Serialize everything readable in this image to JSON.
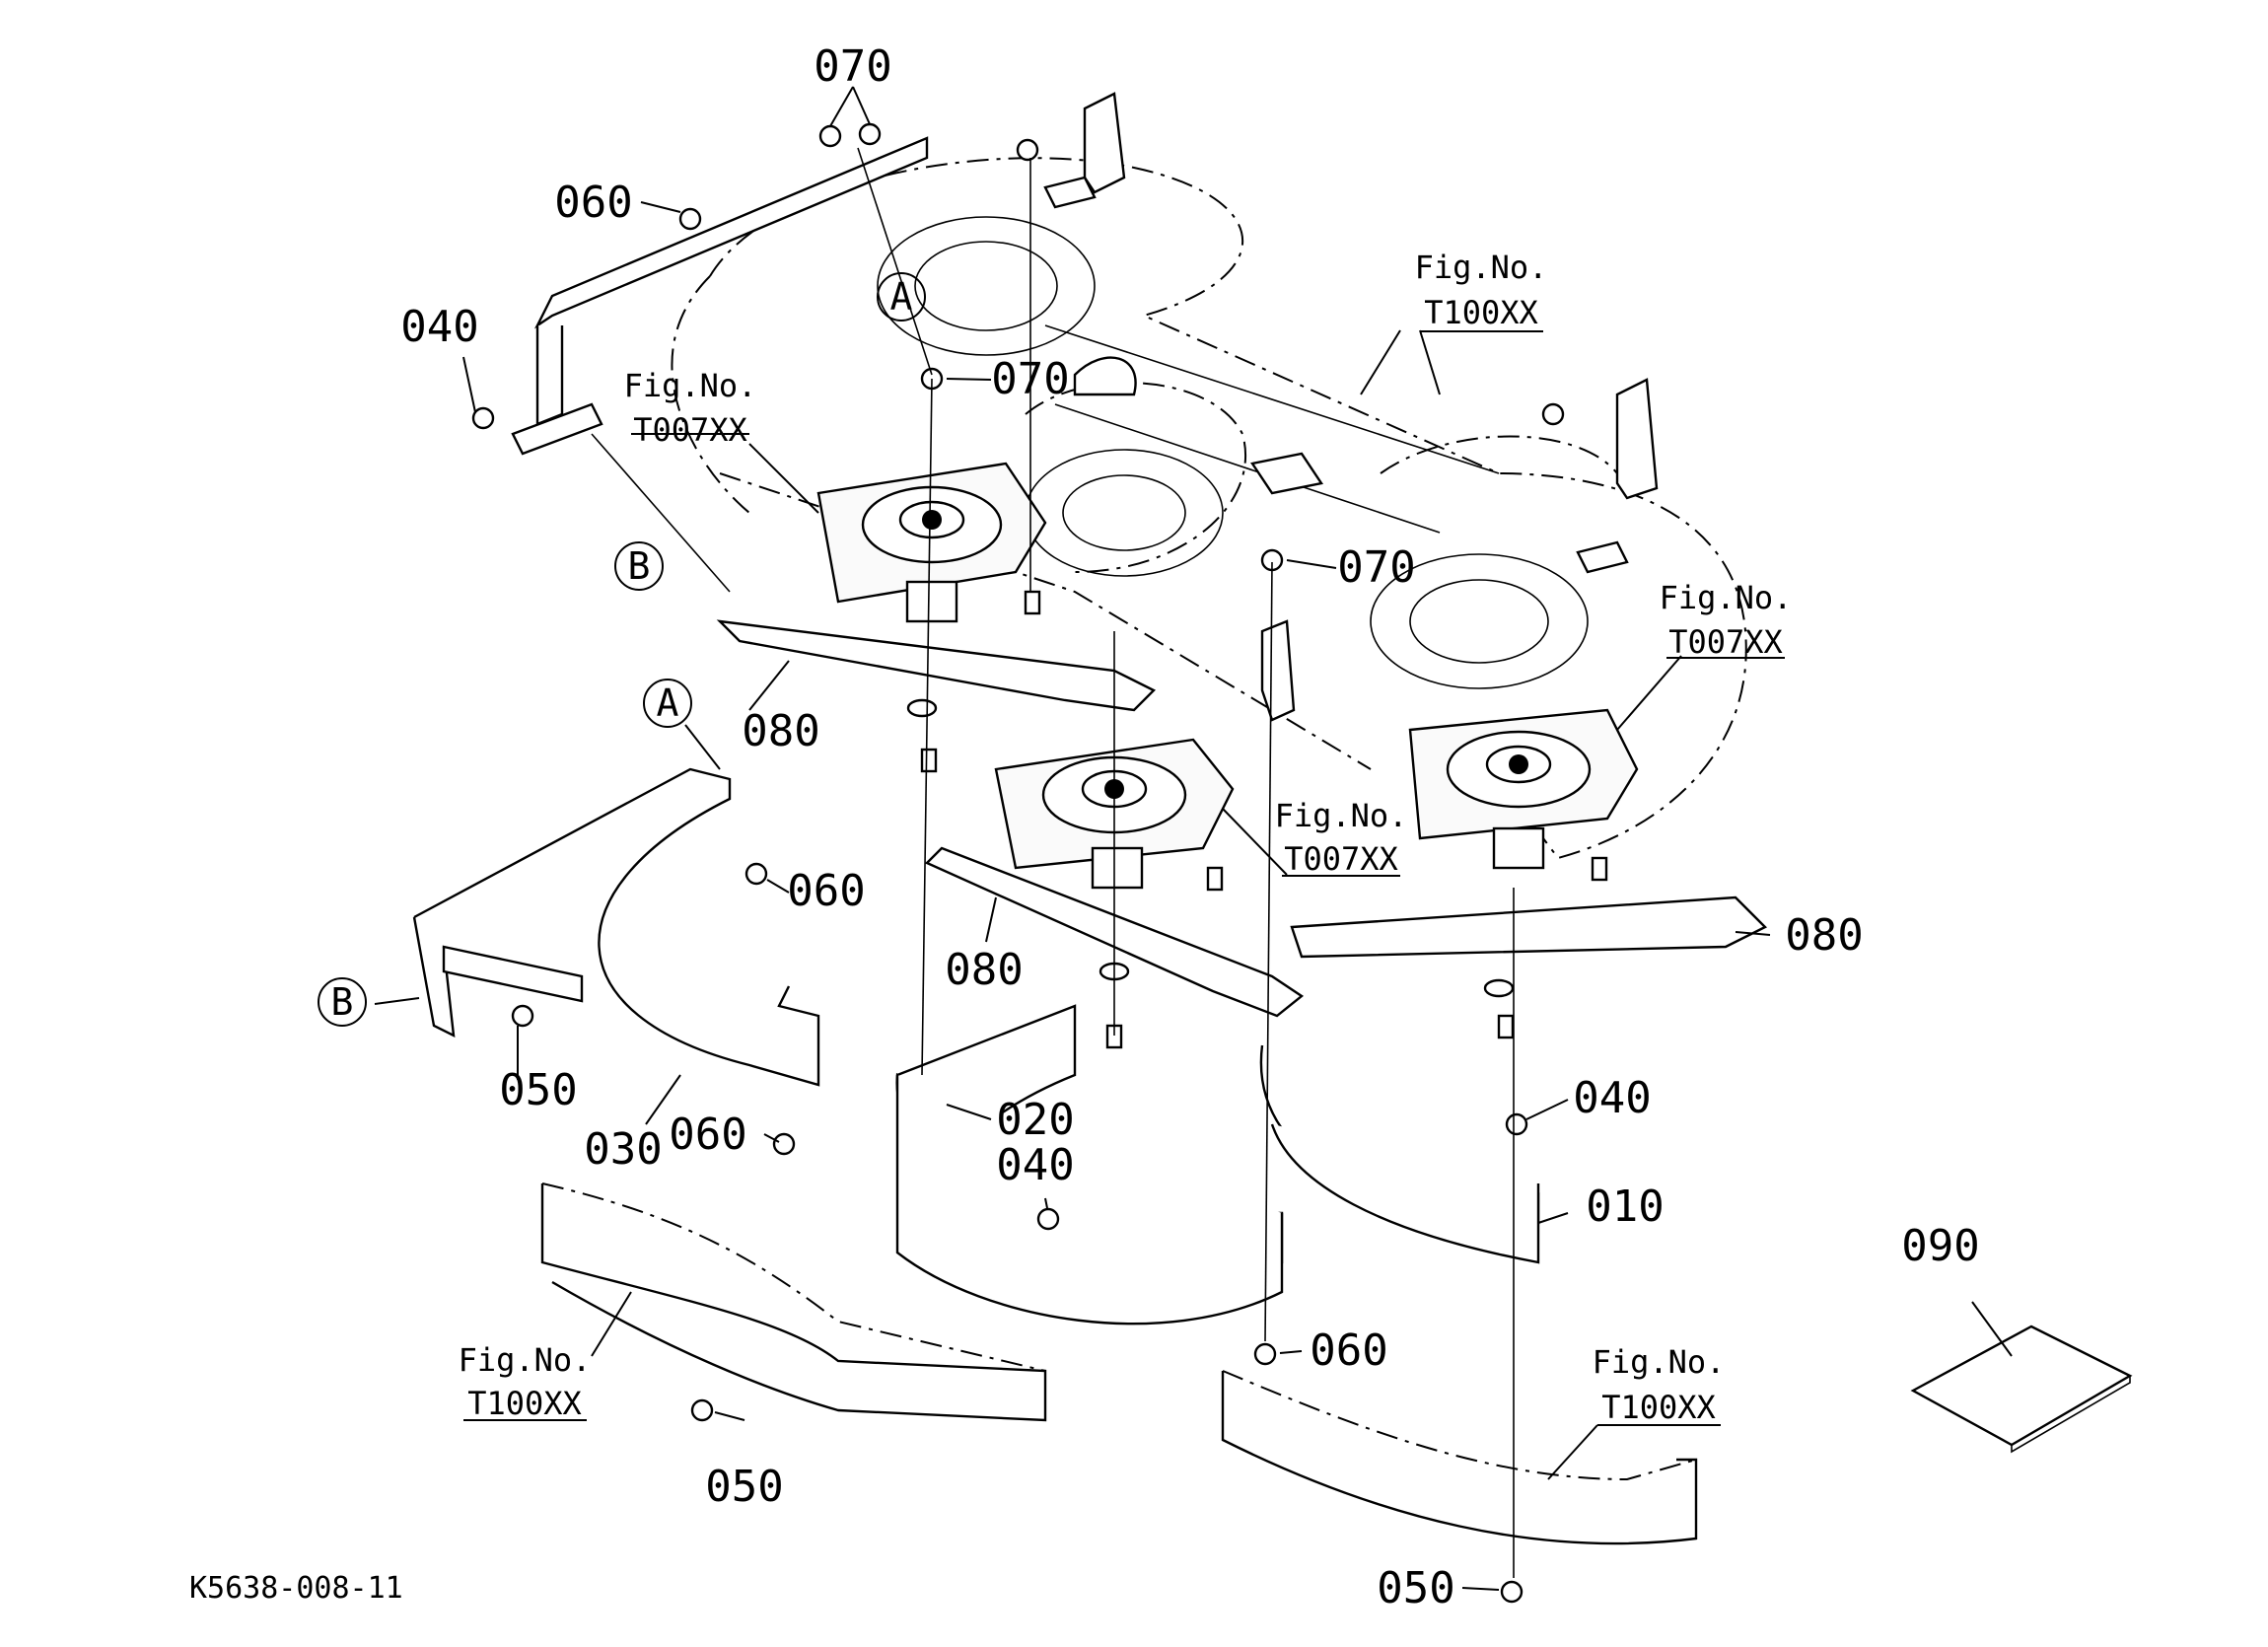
{
  "callouts": {
    "c070_top": "070",
    "c060_top": "060",
    "c040_left": "040",
    "c070_mid": "070",
    "c070_right": "070",
    "c080_left": "080",
    "c060_a": "060",
    "c080_mid": "080",
    "c080_right": "080",
    "c050_left": "050",
    "c030": "030",
    "c060_b": "060",
    "c020": "020",
    "c040_mid": "040",
    "c040_right": "040",
    "c010": "010",
    "c060_c": "060",
    "c090": "090",
    "c050_bottom": "050",
    "c050_bottom_right": "050"
  },
  "figrefs": {
    "f1": {
      "line1": "Fig.No.",
      "line2": "T100XX"
    },
    "f2": {
      "line1": "Fig.No.",
      "line2": "T007XX"
    },
    "f3": {
      "line1": "Fig.No.",
      "line2": "T007XX"
    },
    "f4": {
      "line1": "Fig.No.",
      "line2": "T007XX"
    },
    "f5": {
      "line1": "Fig.No.",
      "line2": "T100XX"
    },
    "f6": {
      "line1": "Fig.No.",
      "line2": "T100XX"
    }
  },
  "markers": {
    "a_top": "A",
    "b_top": "B",
    "a_left": "A",
    "b_left": "B"
  },
  "drawing_code": "K5638-008-11"
}
